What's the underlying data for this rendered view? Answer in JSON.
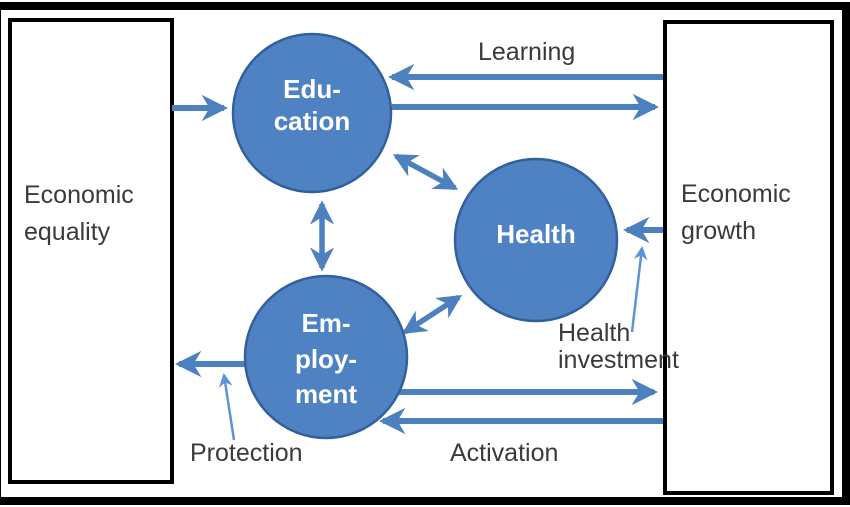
{
  "nodes": {
    "economic_equality": {
      "line1": "Economic",
      "line2": "equality"
    },
    "economic_growth": {
      "line1": "Economic",
      "line2": "growth"
    },
    "education": {
      "line1": "Edu-",
      "line2": "cation"
    },
    "health": {
      "line1": "Health"
    },
    "employment": {
      "line1": "Em-",
      "line2": "ploy-",
      "line3": "ment"
    }
  },
  "arrow_labels": {
    "learning": "Learning",
    "health_investment": {
      "line1": "Health",
      "line2": "investment"
    },
    "protection": "Protection",
    "activation": "Activation"
  },
  "edges": [
    {
      "from": "economic_equality",
      "to": "education",
      "type": "one-way"
    },
    {
      "from": "economic_growth",
      "to": "education",
      "type": "one-way",
      "label": "Learning"
    },
    {
      "from": "education",
      "to": "economic_growth",
      "type": "one-way"
    },
    {
      "from": "education",
      "to": "health",
      "type": "two-way"
    },
    {
      "from": "education",
      "to": "employment",
      "type": "two-way"
    },
    {
      "from": "employment",
      "to": "health",
      "type": "two-way"
    },
    {
      "from": "economic_growth",
      "to": "health",
      "type": "one-way",
      "label": "Health investment"
    },
    {
      "from": "employment",
      "to": "economic_equality",
      "type": "one-way",
      "label": "Protection"
    },
    {
      "from": "employment",
      "to": "economic_growth",
      "type": "one-way"
    },
    {
      "from": "economic_growth",
      "to": "employment",
      "type": "one-way",
      "label": "Activation"
    }
  ],
  "colors": {
    "node_fill": "#4e82c2",
    "node_stroke": "#32609c",
    "arrow": "#4d80bf",
    "thin_arrow": "#5d94d6",
    "label_text": "#3a3a3a",
    "node_text": "#ffffff",
    "frame": "#000000"
  }
}
